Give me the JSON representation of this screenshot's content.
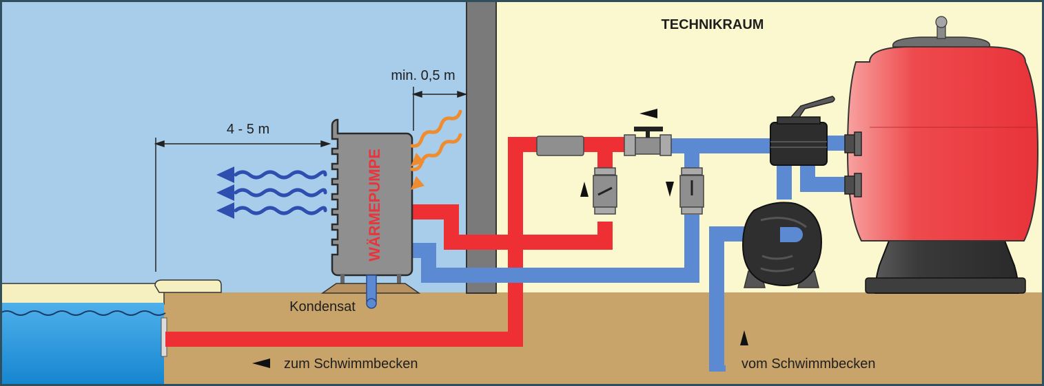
{
  "labels": {
    "technikraum": "TECHNIKRAUM",
    "min_distance": "min. 0,5 m",
    "range_distance": "4 - 5 m",
    "heat_pump": "WÄRMEPUMPE",
    "condensate": "Kondensat",
    "to_pool": "zum Schwimmbecken",
    "from_pool": "vom Schwimmbecken"
  },
  "colors": {
    "outdoor_sky": "#a8cdea",
    "tech_room": "#fbf7cf",
    "ground": "#c8a46a",
    "wall": "#7a7a7a",
    "pool_water": "#1c8fd6",
    "pipe_hot": "#ee3035",
    "pipe_cold": "#5b89d2",
    "heat_pump_body": "#8f8f8f",
    "heat_pump_text": "#e8343a",
    "cold_air_arrows": "#2e4fb0",
    "warm_air_arrows": "#f08c30",
    "filter_tank": "#ee4045",
    "frame": "#2f4f5c"
  }
}
